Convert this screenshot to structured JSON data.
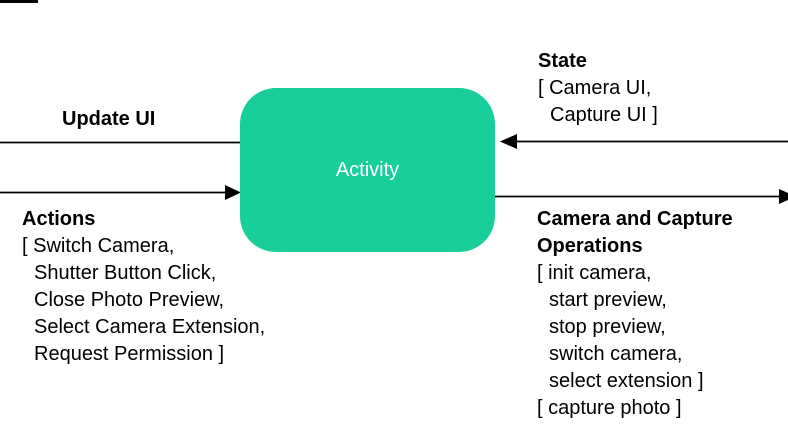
{
  "diagram": {
    "activity": {
      "label": "Activity",
      "box_color": "#18CE9B",
      "label_color": "#FFFFFF"
    },
    "update_ui": {
      "label": "Update UI"
    },
    "actions": {
      "heading": "Actions",
      "lines": [
        "[ Switch Camera,",
        "Shutter Button Click,",
        "Close Photo Preview,",
        "Select Camera Extension,",
        "Request Permission ]"
      ]
    },
    "state": {
      "heading": "State",
      "lines": [
        "[ Camera UI,",
        "Capture UI ]"
      ]
    },
    "operations": {
      "heading_lines": [
        "Camera and Capture",
        "Operations"
      ],
      "lines": [
        "[ init camera,",
        "start preview,",
        "stop preview,",
        "switch camera,",
        "select extension ]",
        "[ capture photo ]"
      ]
    }
  }
}
